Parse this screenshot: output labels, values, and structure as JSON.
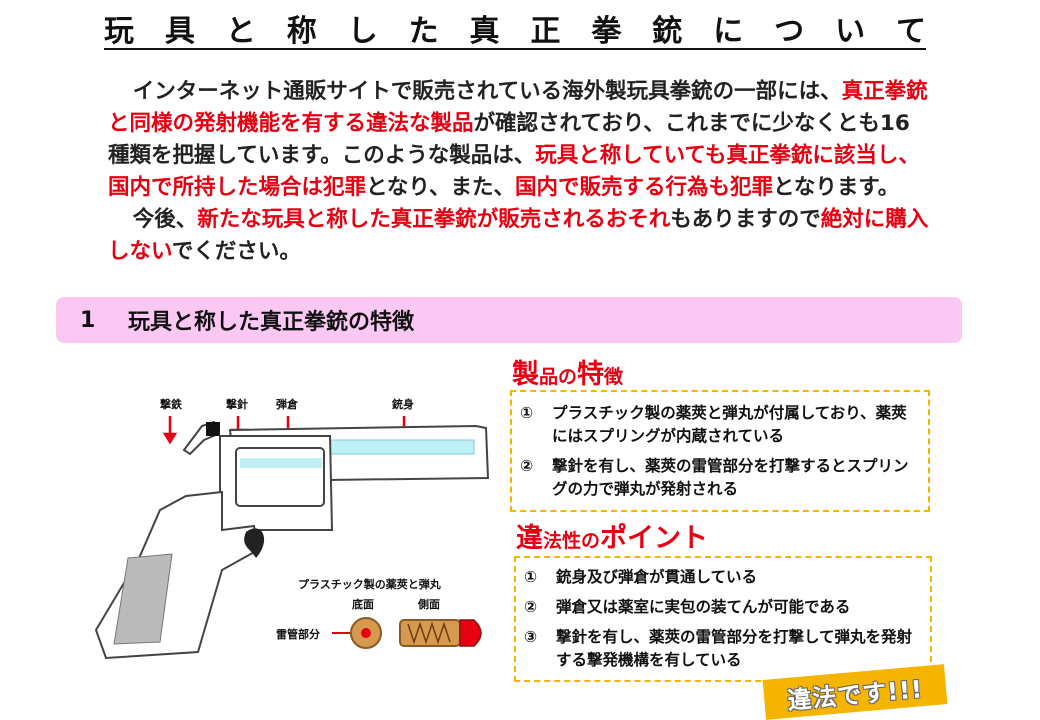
{
  "title_chars": [
    "玩",
    "具",
    "と",
    "称",
    "し",
    "た",
    "真",
    "正",
    "拳",
    "銃",
    "に",
    "つ",
    "い",
    "て"
  ],
  "intro": {
    "p1": [
      {
        "t": "インターネット通販サイトで販売されている海外製玩具拳銃の一部には、",
        "red": false
      },
      {
        "t": "真正拳銃と同様の発射機能を有する違法な製品",
        "red": true
      },
      {
        "t": "が確認されており、これまでに少なくとも16種類を把握しています。このような製品は、",
        "red": false
      },
      {
        "t": "玩具と称していても真正拳銃に該当し、国内で所持した場合は犯罪",
        "red": true
      },
      {
        "t": "となり、また、",
        "red": false
      },
      {
        "t": "国内で販売する行為も犯罪",
        "red": true
      },
      {
        "t": "となります。",
        "red": false
      }
    ],
    "p2": [
      {
        "t": "今後、",
        "red": false
      },
      {
        "t": "新たな玩具と称した真正拳銃が販売されるおそれ",
        "red": true
      },
      {
        "t": "もありますので",
        "red": false
      },
      {
        "t": "絶対に購入しない",
        "red": true
      },
      {
        "t": "でください。",
        "red": false
      }
    ]
  },
  "section": {
    "number": "1",
    "title": "玩具と称した真正拳銃の特徴"
  },
  "figure": {
    "labels": {
      "hammer": "撃鉄",
      "firing_pin": "撃針",
      "cylinder": "弾倉",
      "barrel": "銃身"
    },
    "cartridge_title": "プラスチック製の薬莢と弾丸",
    "bottom_label": "底面",
    "side_label": "側面",
    "primer_label": "雷管部分"
  },
  "features": {
    "heading_big1": "製",
    "heading_small1": "品の",
    "heading_big2": "特",
    "heading_small2": "徴",
    "items": [
      {
        "mark": "①",
        "text": "プラスチック製の薬莢と弾丸が付属しており、薬莢にはスプリングが内蔵されている"
      },
      {
        "mark": "②",
        "text": "撃針を有し、薬莢の雷管部分を打撃するとスプリングの力で弾丸が発射される"
      }
    ]
  },
  "illegality": {
    "heading_big1": "違",
    "heading_small1": "法性の",
    "heading_big2": "ポイント",
    "items": [
      {
        "mark": "①",
        "text": "銃身及び弾倉が貫通している"
      },
      {
        "mark": "②",
        "text": "弾倉又は薬室に実包の装てんが可能である"
      },
      {
        "mark": "③",
        "text": "撃針を有し、薬莢の雷管部分を打撃して弾丸を発射する撃発機構を有している"
      }
    ]
  },
  "stamp": "違法です!!!",
  "colors": {
    "red": "#e60012",
    "pink_bar": "#fbc8f4",
    "dash_yellow": "#f5b400",
    "cyan": "#bff0f5"
  }
}
